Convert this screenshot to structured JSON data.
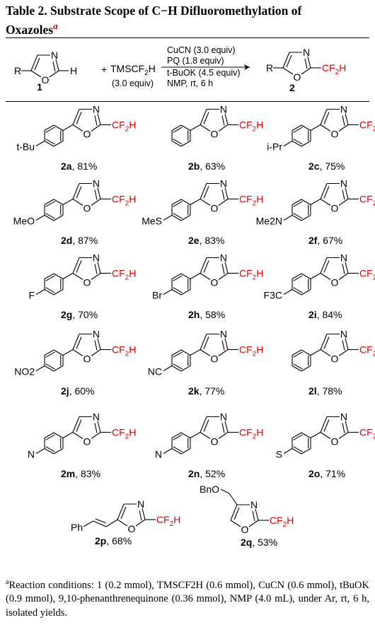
{
  "title": {
    "line1": "Table 2. Substrate Scope of C−H Difluoromethylation of",
    "line2": "Oxazoles",
    "mark": "a"
  },
  "scheme": {
    "reactant_r": "R",
    "reactant_n": "N",
    "reactant_o": "O",
    "reactant_h": "H",
    "reactant_num": "1",
    "plus": "+",
    "reagent": "TMSCF",
    "reagent_sub": "2",
    "reagent_h": "H",
    "reagent_equiv": "(3.0 equiv)",
    "conditions": [
      "CuCN (3.0 equiv)",
      "PQ (1.8 equiv)",
      "t-BuOK (4.5 equiv)",
      "NMP, rt, 6 h"
    ],
    "product_r": "R",
    "product_num": "2"
  },
  "entries": [
    {
      "id": "2a",
      "yield": ", 81%",
      "label": "t-Bu"
    },
    {
      "id": "2b",
      "yield": ", 63%",
      "label": ""
    },
    {
      "id": "2c",
      "yield": ", 75%",
      "label": "i-Pr"
    },
    {
      "id": "2d",
      "yield": ", 87%",
      "label": "MeO"
    },
    {
      "id": "2e",
      "yield": ", 83%",
      "label": "MeS"
    },
    {
      "id": "2f",
      "yield": ", 67%",
      "label": "Me2N"
    },
    {
      "id": "2g",
      "yield": ", 70%",
      "label": "F"
    },
    {
      "id": "2h",
      "yield": ", 58%",
      "label": "Br"
    },
    {
      "id": "2i",
      "yield": ", 84%",
      "label": "F3C"
    },
    {
      "id": "2j",
      "yield": ", 60%",
      "label": "NO2"
    },
    {
      "id": "2k",
      "yield": ", 77%",
      "label": "NC"
    },
    {
      "id": "2l",
      "yield": ", 78%",
      "label": ""
    },
    {
      "id": "2m",
      "yield": ", 83%",
      "label": "N"
    },
    {
      "id": "2n",
      "yield": ", 52%",
      "label": "N"
    },
    {
      "id": "2o",
      "yield": ", 71%",
      "label": "S"
    },
    {
      "id": "2p",
      "yield": ", 68%",
      "label": "Ph"
    },
    {
      "id": "2q",
      "yield": ", 53%",
      "label": "BnO"
    }
  ],
  "atoms": {
    "n": "N",
    "o": "O",
    "cf": "CF",
    "two": "2",
    "h": "H"
  },
  "footnote": {
    "mark": "a",
    "text": "Reaction conditions: 1 (0.2 mmol), TMSCF2H (0.6 mmol), CuCN (0.6 mmol), tBuOK (0.9 mmol), 9,10-phenanthrenequinone (0.36 mmol), NMP (4.0 mL), under Ar, rt, 6 h, isolated yields."
  },
  "colors": {
    "cf2h": "#e00000",
    "mark": "#c00000"
  }
}
